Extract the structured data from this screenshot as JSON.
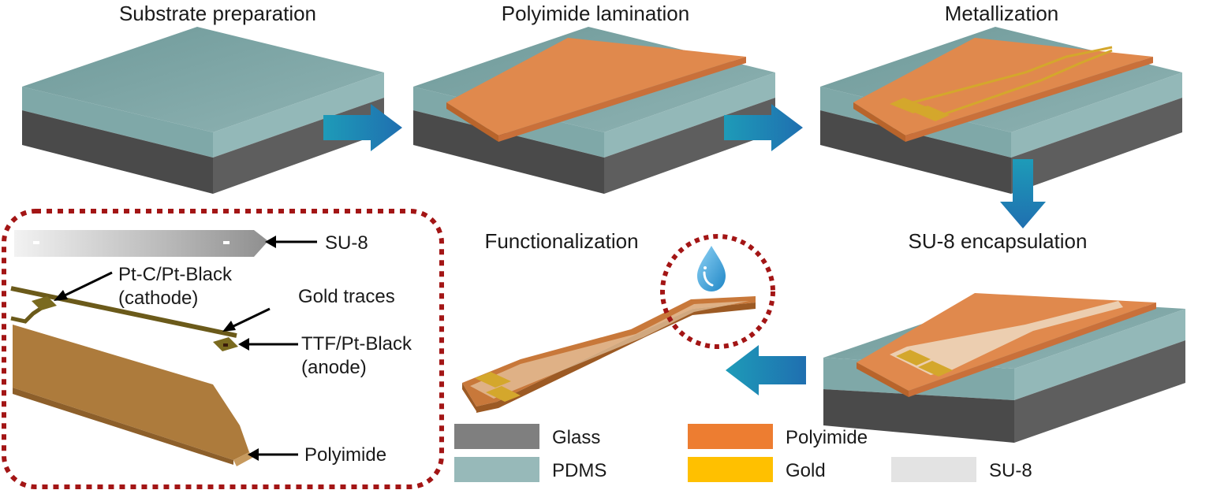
{
  "steps": {
    "substrate": "Substrate preparation",
    "lamination": "Polyimide lamination",
    "metallization": "Metallization",
    "encapsulation": "SU-8 encapsulation",
    "functionalization": "Functionalization"
  },
  "callouts": {
    "su8": "SU-8",
    "cathode_line1": "Pt-C/Pt-Black",
    "cathode_line2": "(cathode)",
    "gold_traces": "Gold traces",
    "anode_line1": "TTF/Pt-Black",
    "anode_line2": "(anode)",
    "polyimide": "Polyimide"
  },
  "legend": [
    {
      "label": "Glass",
      "color": "#7f7f7f"
    },
    {
      "label": "PDMS",
      "color": "#97b9b9"
    },
    {
      "label": "Polyimide",
      "color": "#ed7d31"
    },
    {
      "label": "Gold",
      "color": "#ffc000"
    },
    {
      "label": "SU-8",
      "color": "#e3e3e3"
    }
  ],
  "colors": {
    "glass": "#595959",
    "pdms": "#7fa8a8",
    "polyimide": "#e0894d",
    "gold": "#c9a83a",
    "arrow": "#1f87a6",
    "dotted_frame": "#a31515",
    "droplet": "#3fa9e0"
  },
  "icons": {
    "droplet": "water-droplet-icon"
  }
}
